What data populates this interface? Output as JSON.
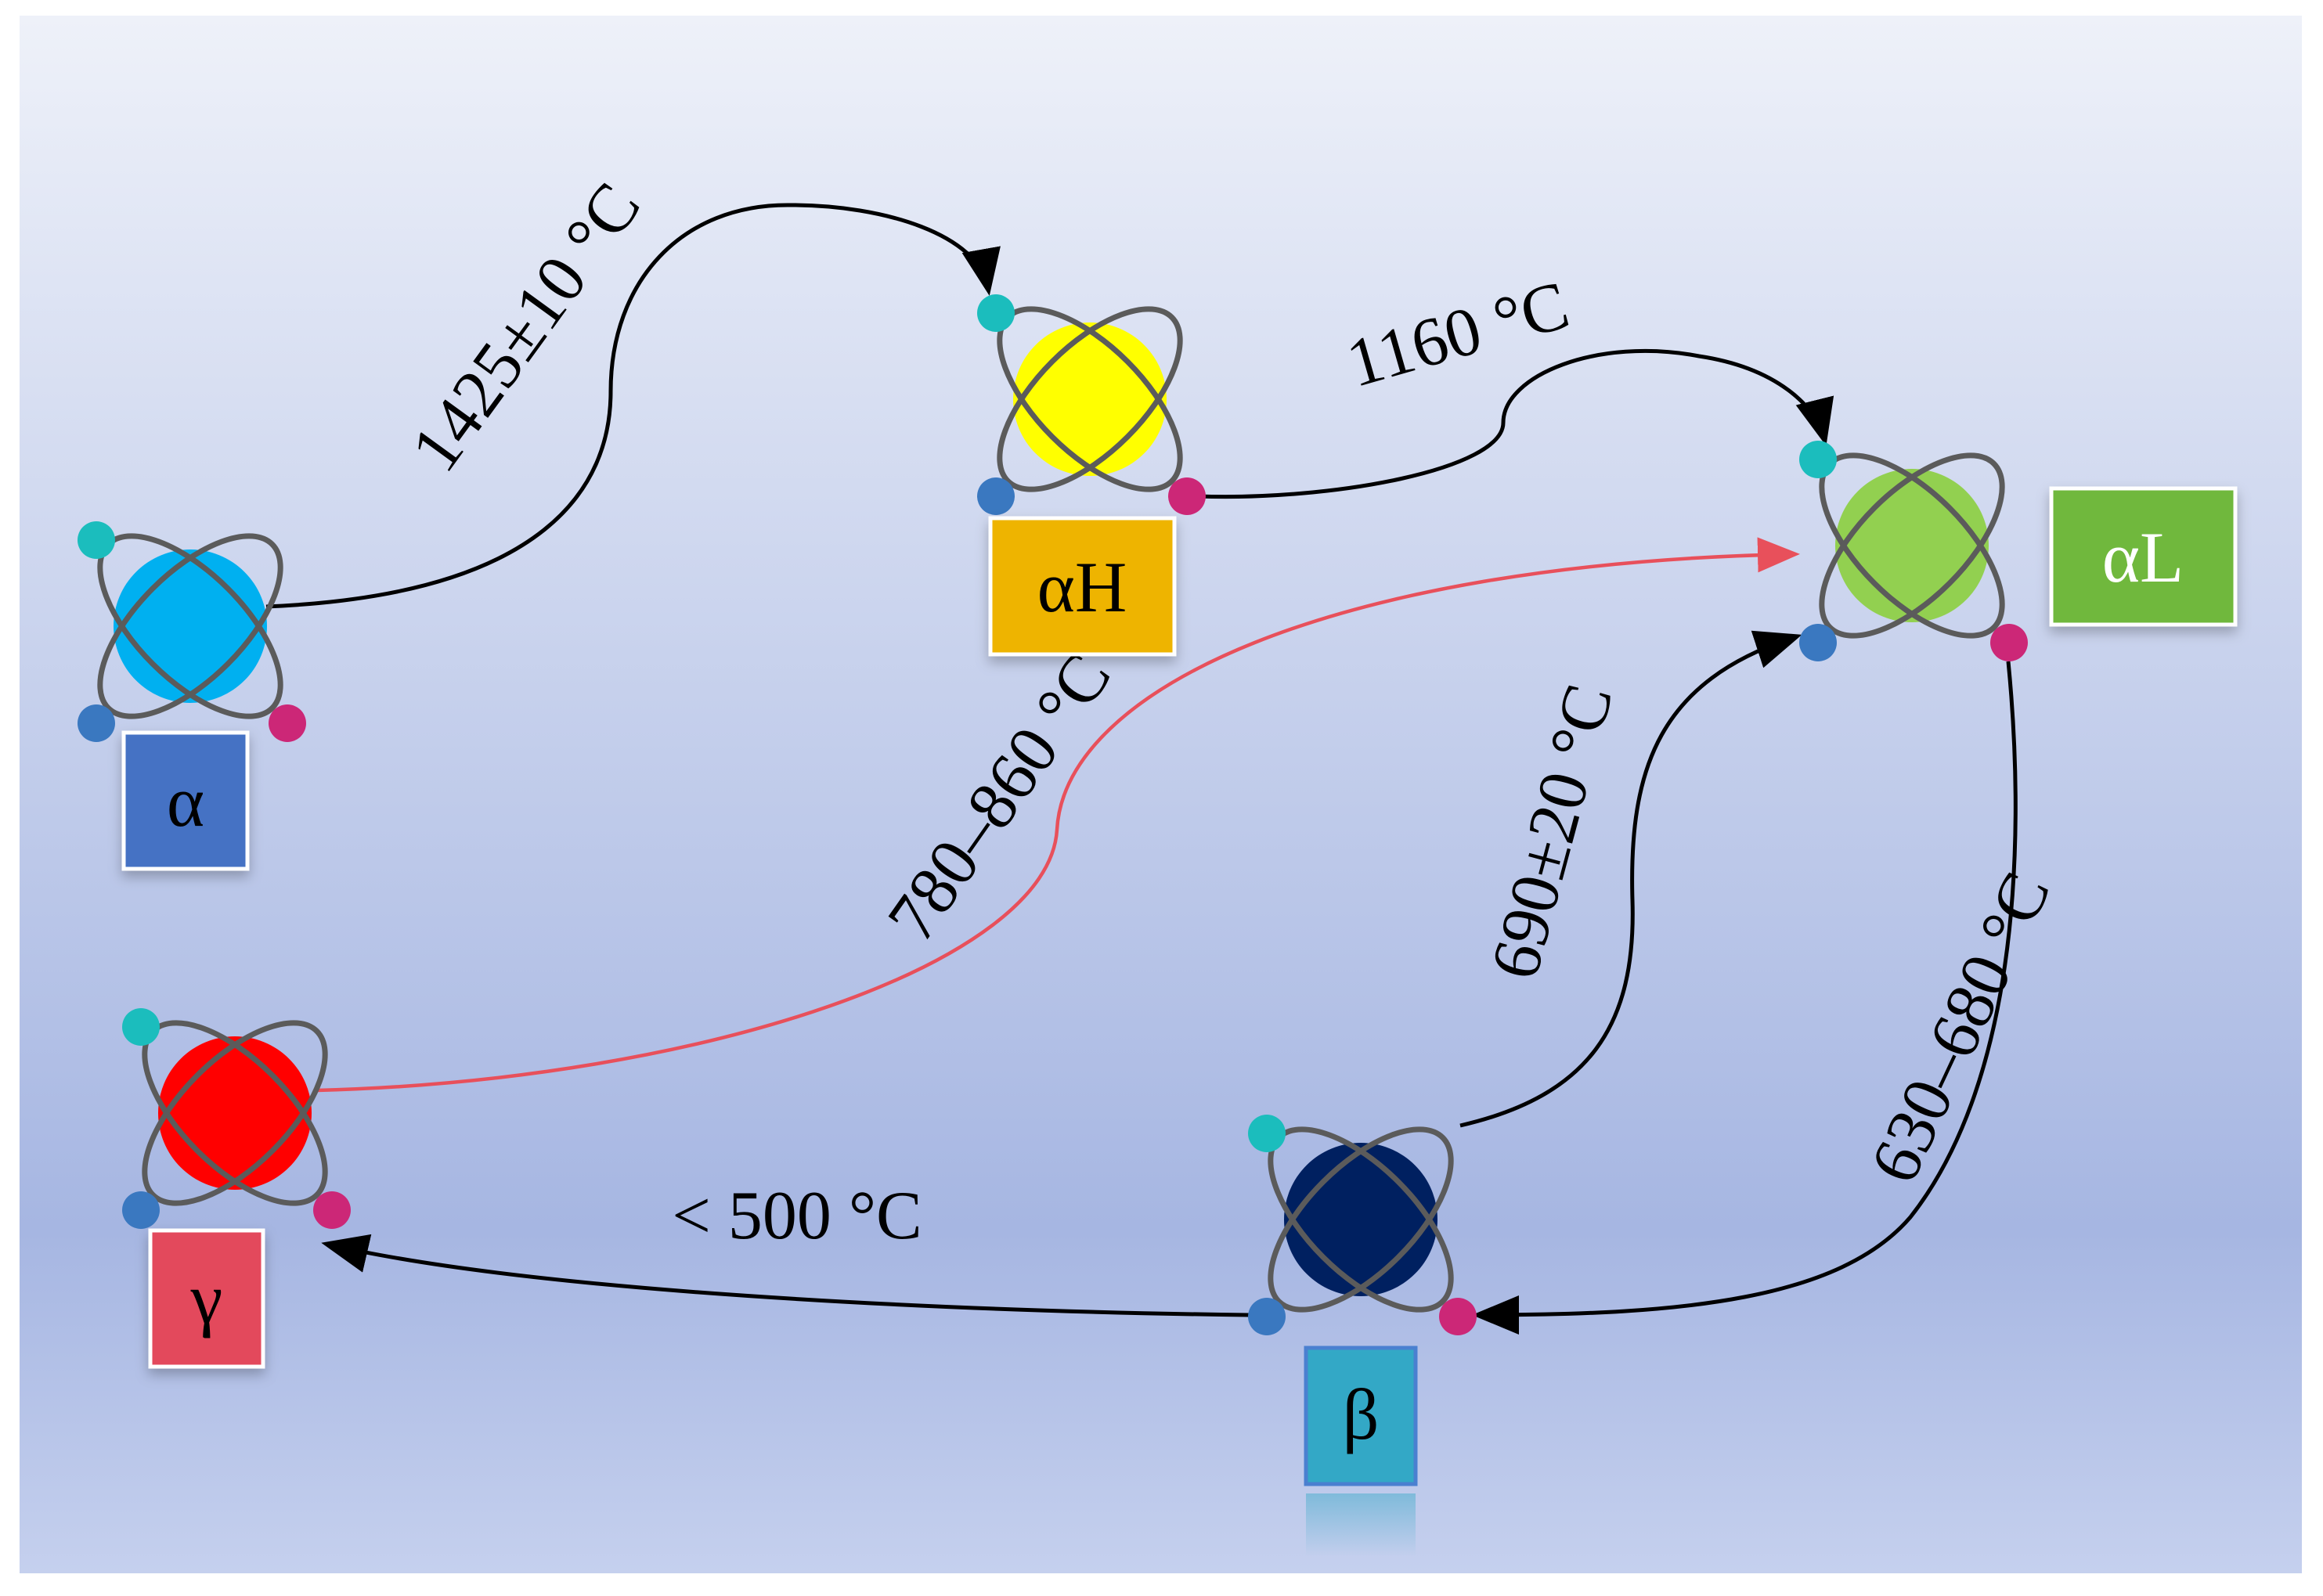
{
  "colors": {
    "background_top": "#eef1f9",
    "background_bottom": "#a6b6e2",
    "arrow": "#000000",
    "arrow_highlight": "#e8505b",
    "orbit": "#5b5b5b",
    "electron_teal": "#1bbdbd",
    "electron_blue": "#3a78c0",
    "electron_magenta": "#cc2777"
  },
  "phases": [
    {
      "id": "alpha",
      "label": "α",
      "core_color": "#00b0f0",
      "box_color": "#4472c4"
    },
    {
      "id": "alphaH",
      "label": "αH",
      "core_color": "#ffff00",
      "box_color": "#eeb400"
    },
    {
      "id": "alphaL",
      "label": "αL",
      "core_color": "#92d050",
      "box_color": "#70b83c"
    },
    {
      "id": "beta",
      "label": "β",
      "core_color": "#002060",
      "box_color": "#33a8c6"
    },
    {
      "id": "gamma",
      "label": "γ",
      "core_color": "#ff0000",
      "box_color": "#e34a5c"
    }
  ],
  "transitions": [
    {
      "id": "alpha-to-alphaH",
      "from": "α",
      "to": "αH",
      "label": "1425±10 °C"
    },
    {
      "id": "alphaH-to-alphaL",
      "from": "αH",
      "to": "αL",
      "label": "1160 °C"
    },
    {
      "id": "gamma-to-alphaL",
      "from": "γ",
      "to": "αL",
      "label": "780–860 °C"
    },
    {
      "id": "beta-to-alphaL",
      "from": "β",
      "to": "αL",
      "label": "690±20 °C"
    },
    {
      "id": "alphaL-to-beta",
      "from": "αL",
      "to": "β",
      "label": "630–680 °C"
    },
    {
      "id": "beta-to-gamma",
      "from": "β",
      "to": "γ",
      "label": "< 500 °C"
    }
  ]
}
